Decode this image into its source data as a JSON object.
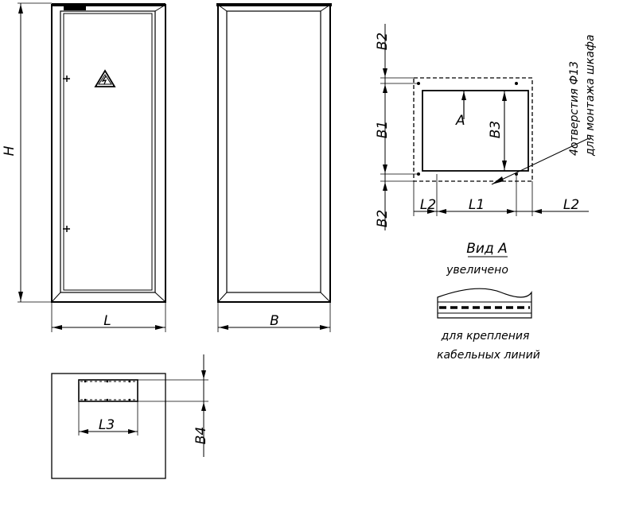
{
  "labels": {
    "height": "H",
    "width_front": "L",
    "width_side": "B",
    "b2_top": "B2",
    "b1": "B1",
    "b2_bottom": "B2",
    "l2_left": "L2",
    "l1": "L1",
    "l2_right": "L2",
    "a_marker": "A",
    "b3": "B3",
    "l3": "L3",
    "b4": "B4"
  },
  "notes": {
    "holes_line1": "4отверстия Ф13",
    "holes_line2": "для монтажа шкафа",
    "view_title": "Вид А",
    "view_subtitle": "увеличено",
    "fixing_line1": "для крепления",
    "fixing_line2": "кабельных линий"
  }
}
